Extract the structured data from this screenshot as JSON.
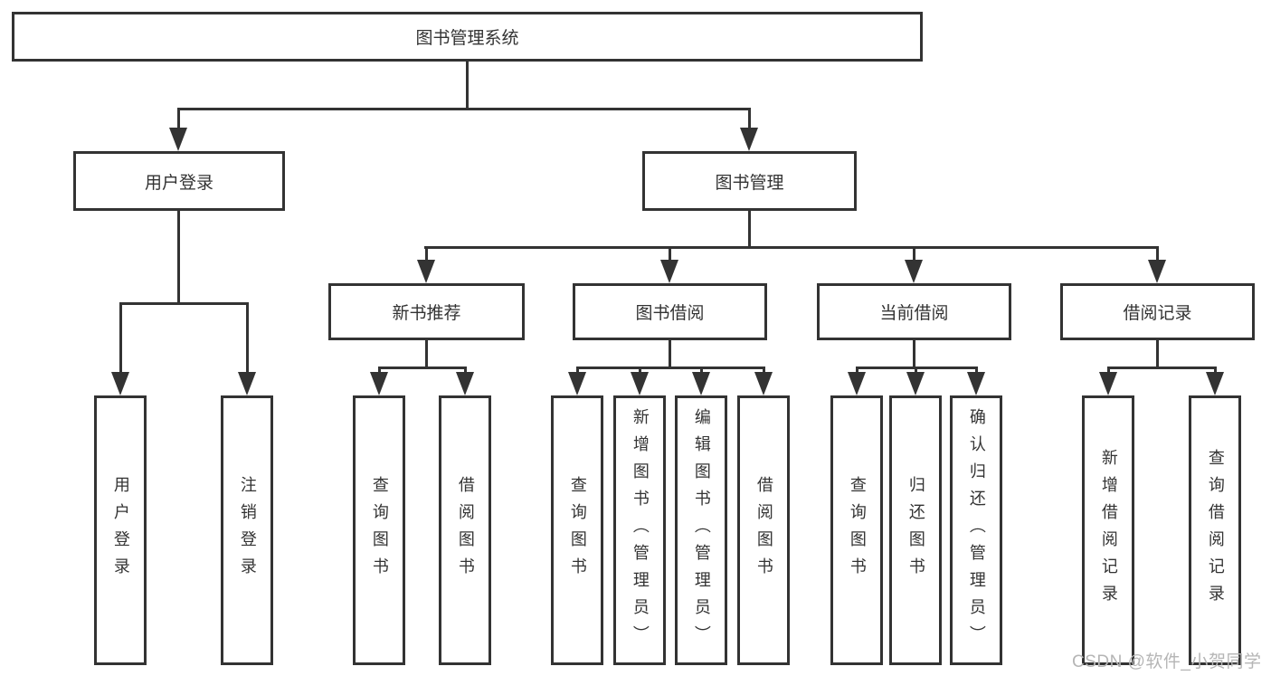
{
  "diagram": {
    "title": "图书管理系统",
    "branches": [
      {
        "label": "用户登录",
        "children": [
          {
            "label": "用户登录"
          },
          {
            "label": "注销登录"
          }
        ]
      },
      {
        "label": "图书管理",
        "children": [
          {
            "label": "新书推荐",
            "children": [
              {
                "label": "查询图书"
              },
              {
                "label": "借阅图书"
              }
            ]
          },
          {
            "label": "图书借阅",
            "children": [
              {
                "label": "查询图书"
              },
              {
                "label": "新增图书（管理员）"
              },
              {
                "label": "编辑图书（管理员）"
              },
              {
                "label": "借阅图书"
              }
            ]
          },
          {
            "label": "当前借阅",
            "children": [
              {
                "label": "查询图书"
              },
              {
                "label": "归还图书"
              },
              {
                "label": "确认归还（管理员）"
              }
            ]
          },
          {
            "label": "借阅记录",
            "children": [
              {
                "label": "新增借阅记录"
              },
              {
                "label": "查询借阅记录"
              }
            ]
          }
        ]
      }
    ]
  },
  "watermark": {
    "text": "CSDN @软件_小贺同学",
    "color": "#b5b5b5"
  },
  "colors": {
    "line": "#333333",
    "box_border": "#333333",
    "text": "#333333",
    "background": "#ffffff"
  }
}
